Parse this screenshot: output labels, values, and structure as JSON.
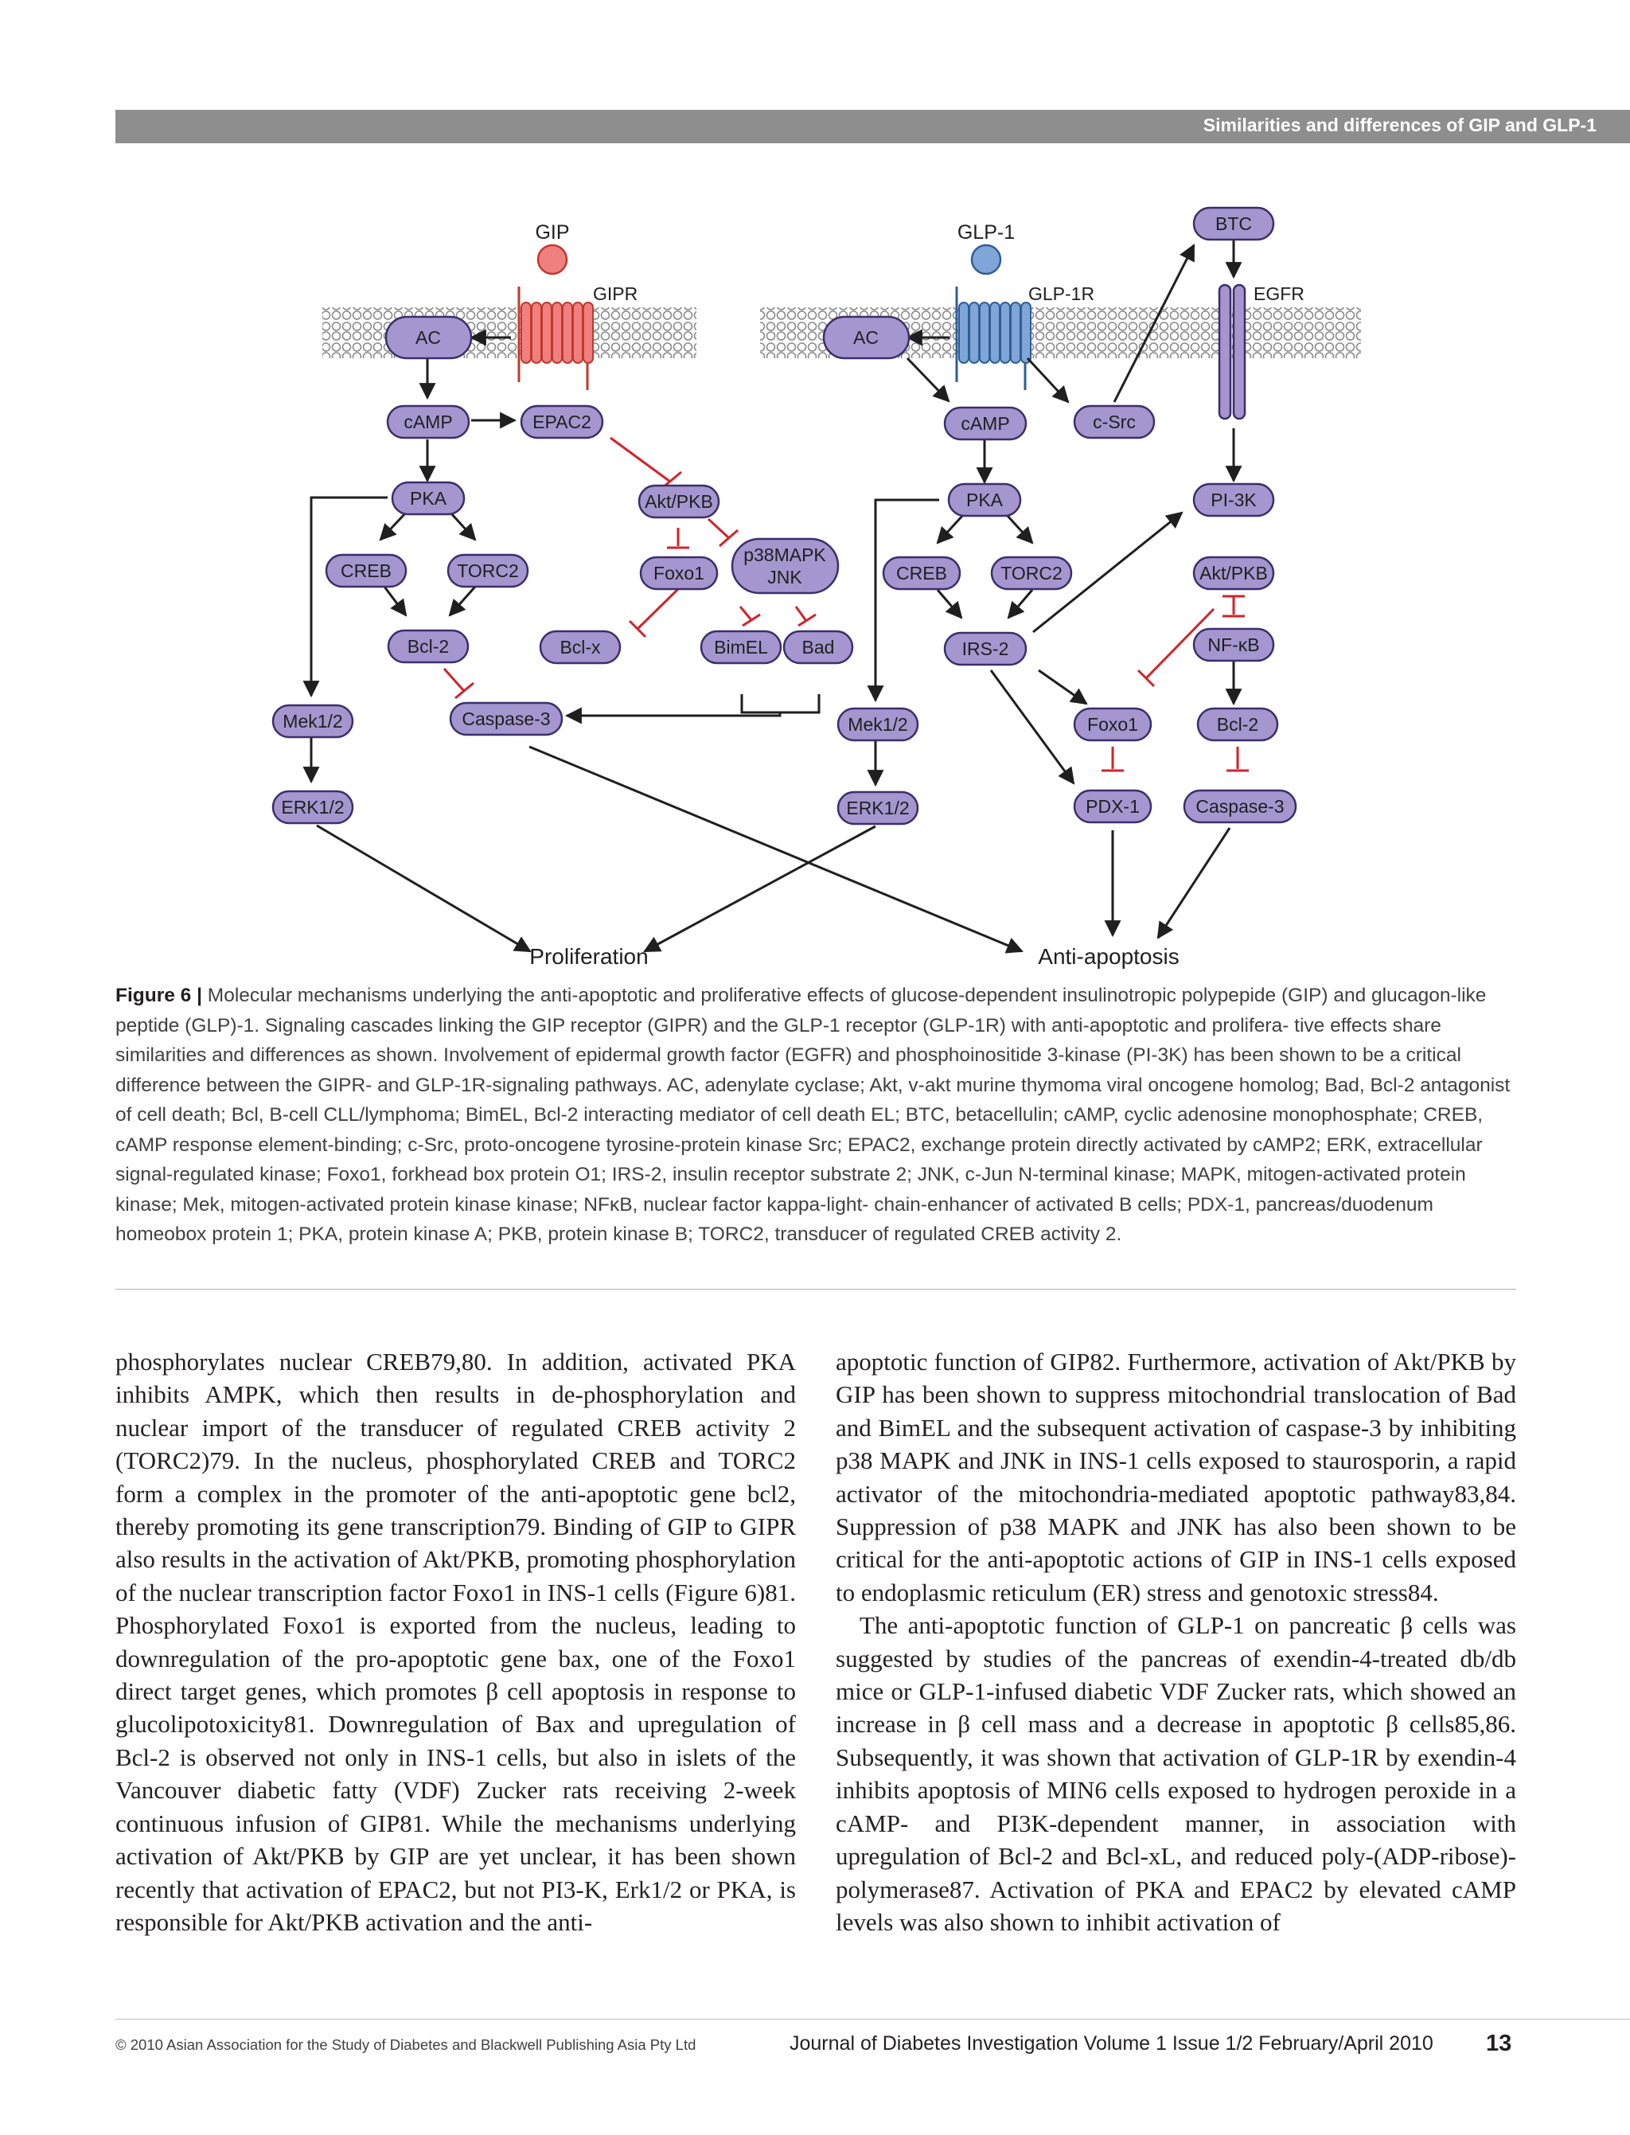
{
  "header": {
    "running_title": "Similarities and differences of GIP and GLP-1"
  },
  "figure": {
    "ligands": {
      "gip": "GIP",
      "glp1": "GLP-1"
    },
    "receptors": {
      "gipr": "GIPR",
      "glp1r": "GLP-1R",
      "egfr": "EGFR"
    },
    "left_nodes": {
      "ac": "AC",
      "camp": "cAMP",
      "epac2": "EPAC2",
      "pka": "PKA",
      "creb": "CREB",
      "torc2": "TORC2",
      "bcl2": "Bcl-2",
      "mek": "Mek1/2",
      "erk": "ERK1/2",
      "akt": "Akt/PKB",
      "foxo1": "Foxo1",
      "p38a": "p38MAPK",
      "p38b": "JNK",
      "bclx": "Bcl-x",
      "bimel": "BimEL",
      "bad": "Bad",
      "casp3": "Caspase-3"
    },
    "right_nodes": {
      "ac": "AC",
      "camp": "cAMP",
      "csrc": "c-Src",
      "btc": "BTC",
      "pka": "PKA",
      "creb": "CREB",
      "torc2": "TORC2",
      "irs2": "IRS-2",
      "mek": "Mek1/2",
      "erk": "ERK1/2",
      "pi3k": "PI-3K",
      "akt": "Akt/PKB",
      "nfkb": "NF-κB",
      "foxo1": "Foxo1",
      "bcl2": "Bcl-2",
      "pdx1": "PDX-1",
      "casp3": "Caspase-3"
    },
    "outcomes": {
      "proliferation": "Proliferation",
      "antiapoptosis": "Anti-apoptosis"
    },
    "colors": {
      "node_fill": "#a596cf",
      "node_stroke": "#3b2f6a",
      "gip_color": "#d9342b",
      "glp1_color": "#2f5e96",
      "inhibition": "#d2232a",
      "outcome_text": "#d2232a"
    }
  },
  "caption": {
    "label": "Figure 6 |",
    "lines": [
      "Molecular mechanisms underlying the anti-apoptotic and proliferative effects of glucose-dependent insulinotropic polypepide (GIP) and",
      "glucagon-like peptide (GLP)-1. Signaling cascades linking the GIP receptor (GIPR) and the GLP-1 receptor (GLP-1R) with anti-apoptotic and prolifera-",
      "tive effects share similarities and differences as shown. Involvement of epidermal growth factor (EGFR) and phosphoinositide 3-kinase (PI-3K) has",
      "been shown to be a critical difference between the GIPR- and GLP-1R-signaling pathways. AC, adenylate cyclase; Akt, v-akt murine thymoma viral",
      "oncogene homolog; Bad, Bcl-2 antagonist of cell death; Bcl, B-cell CLL/lymphoma; BimEL, Bcl-2 interacting mediator of cell death EL; BTC, betacellulin;",
      "cAMP, cyclic adenosine monophosphate; CREB, cAMP response element-binding; c-Src, proto-oncogene tyrosine-protein kinase Src; EPAC2, exchange",
      "protein directly activated by cAMP2; ERK, extracellular signal-regulated kinase; Foxo1, forkhead box protein O1; IRS-2, insulin receptor substrate 2;",
      "JNK, c-Jun N-terminal kinase; MAPK, mitogen-activated protein kinase; Mek, mitogen-activated protein kinase kinase; NFκB, nuclear factor kappa-light-",
      "chain-enhancer of activated B cells; PDX-1, pancreas/duodenum homeobox protein 1; PKA, protein kinase A; PKB, protein kinase B; TORC2, transducer",
      "of regulated CREB activity 2."
    ]
  },
  "body": {
    "left_column": "phosphorylates nuclear CREB79,80. In addition, activated PKA inhibits AMPK, which then results in de-phosphorylation and nuclear import of the transducer of regulated CREB activity 2 (TORC2)79. In the nucleus, phosphorylated CREB and TORC2 form a complex in the promoter of the anti-apoptotic gene bcl2, thereby promoting its gene transcription79. Binding of GIP to GIPR also results in the activation of Akt/PKB, promoting phosphorylation of the nuclear transcription factor Foxo1 in INS-1 cells (Figure 6)81. Phosphorylated Foxo1 is exported from the nucleus, leading to downregulation of the pro-apoptotic gene bax, one of the Foxo1 direct target genes, which promotes β cell apoptosis in response to glucolipotoxicity81. Downregulation of Bax and upregulation of Bcl-2 is observed not only in INS-1 cells, but also in islets of the Vancouver diabetic fatty (VDF) Zucker rats receiving 2-week continuous infusion of GIP81. While the mechanisms underlying activation of Akt/PKB by GIP are yet unclear, it has been shown recently that activation of EPAC2, but not PI3-K, Erk1/2 or PKA, is responsible for Akt/PKB activation and the anti-",
    "right_column_p1": "apoptotic function of GIP82. Furthermore, activation of Akt/PKB by GIP has been shown to suppress mitochondrial translocation of Bad and BimEL and the subsequent activation of caspase-3 by inhibiting p38 MAPK and JNK in INS-1 cells exposed to staurosporin, a rapid activator of the mitochondria-mediated apoptotic pathway83,84. Suppression of p38 MAPK and JNK has also been shown to be critical for the anti-apoptotic actions of GIP in INS-1 cells exposed to endoplasmic reticulum (ER) stress and genotoxic stress84.",
    "right_column_p2": "The anti-apoptotic function of GLP-1 on pancreatic β cells was suggested by studies of the pancreas of exendin-4-treated db/db mice or GLP-1-infused diabetic VDF Zucker rats, which showed an increase in β cell mass and a decrease in apoptotic β cells85,86. Subsequently, it was shown that activation of GLP-1R by exendin-4 inhibits apoptosis of MIN6 cells exposed to hydrogen peroxide in a cAMP- and PI3K-dependent manner, in association with upregulation of Bcl-2 and Bcl-xL, and reduced poly-(ADP-ribose)-polymerase87. Activation of PKA and EPAC2 by elevated cAMP levels was also shown to inhibit activation of"
  },
  "footer": {
    "copyright": "© 2010 Asian Association for the Study of Diabetes and Blackwell Publishing Asia Pty Ltd",
    "journal": "Journal of Diabetes Investigation Volume 1 Issue 1/2 February/April 2010",
    "page_number": "13"
  }
}
